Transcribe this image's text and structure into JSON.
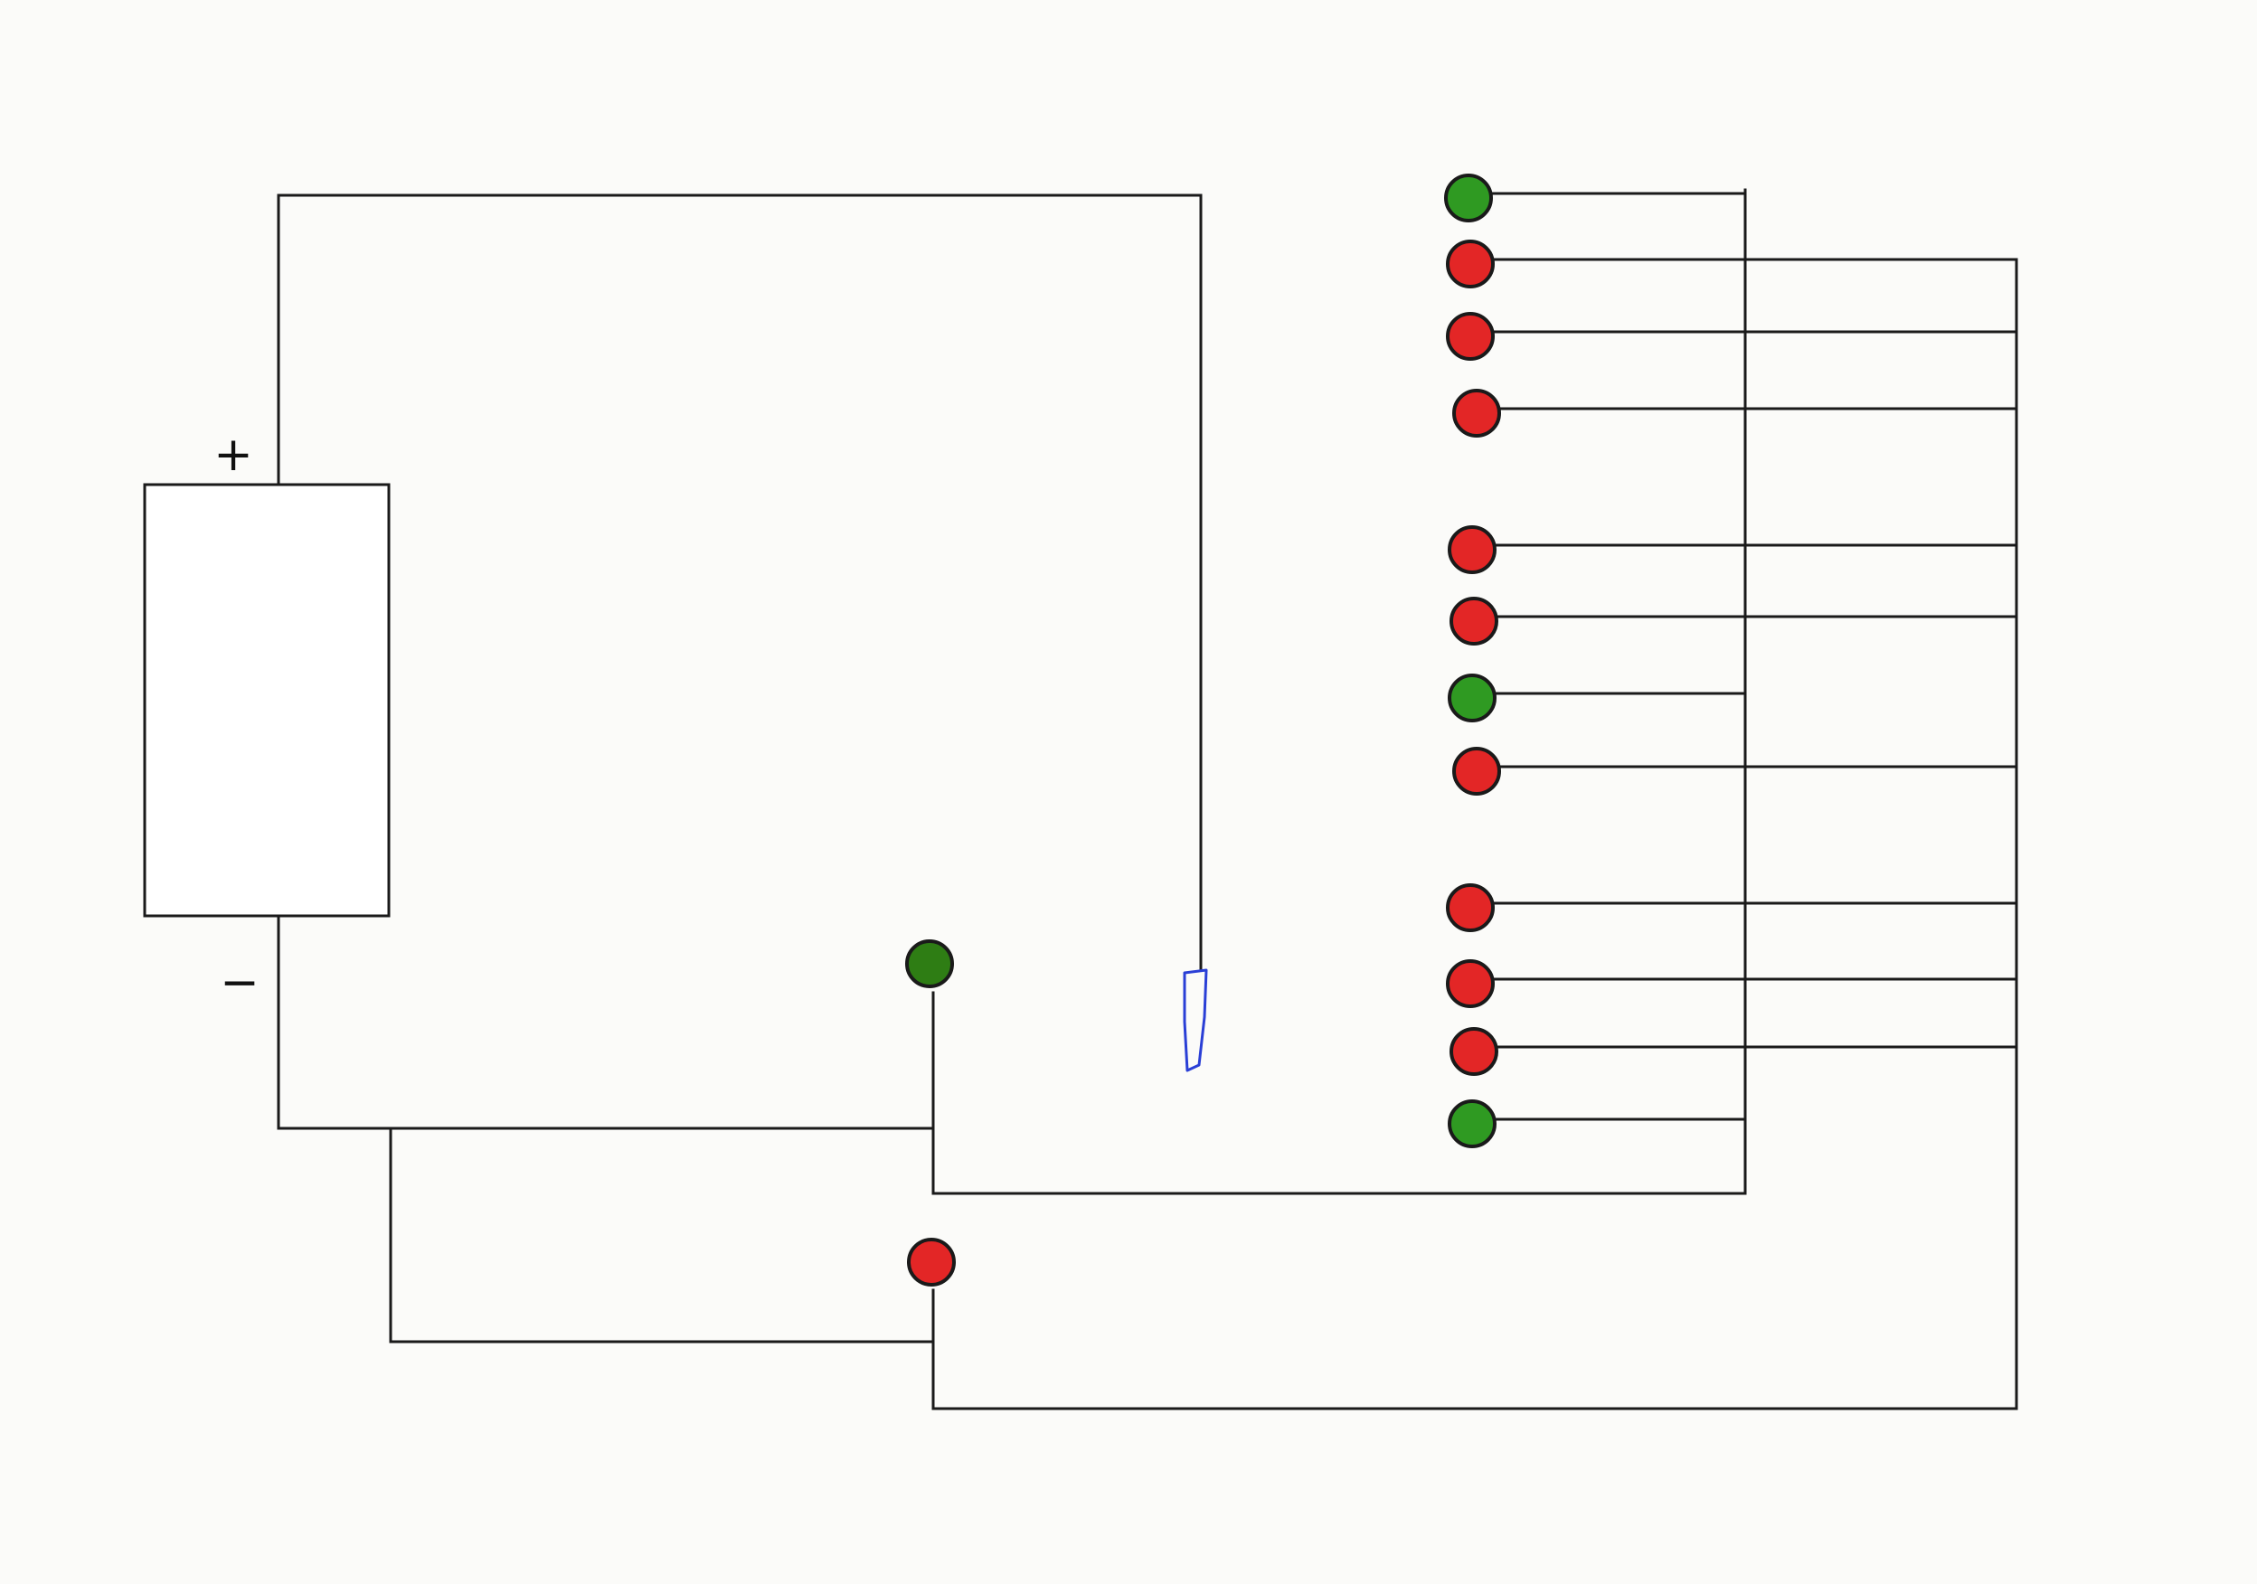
{
  "battery": {
    "plus_label": "+",
    "minus_label": "−"
  },
  "lamps": {
    "colors": {
      "green": "#2f9a22",
      "dark_green": "#2e7d14",
      "red": "#e32626"
    },
    "column": [
      "green",
      "red",
      "red",
      "red",
      "red",
      "red",
      "green",
      "red",
      "red",
      "red",
      "red",
      "green"
    ],
    "upper": "dark_green",
    "lower": "red"
  },
  "wire_color": "#1a1a1a",
  "probe_color": "#2a3fd6"
}
